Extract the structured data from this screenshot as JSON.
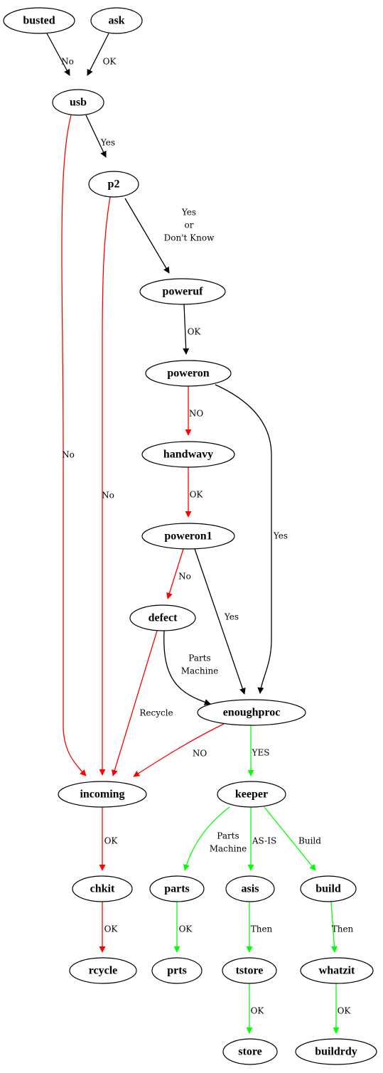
{
  "colors": {
    "default": "#000000",
    "red": "#ff0000",
    "green": "#00ff00"
  },
  "nodes": [
    {
      "id": "busted",
      "label": "busted"
    },
    {
      "id": "ask",
      "label": "ask"
    },
    {
      "id": "usb",
      "label": "usb"
    },
    {
      "id": "p2",
      "label": "p2"
    },
    {
      "id": "poweruf",
      "label": "poweruf"
    },
    {
      "id": "poweron",
      "label": "poweron"
    },
    {
      "id": "handwavy",
      "label": "handwavy"
    },
    {
      "id": "poweron1",
      "label": "poweron1"
    },
    {
      "id": "defect",
      "label": "defect"
    },
    {
      "id": "enoughproc",
      "label": "enoughproc"
    },
    {
      "id": "incoming",
      "label": "incoming"
    },
    {
      "id": "keeper",
      "label": "keeper"
    },
    {
      "id": "chkit",
      "label": "chkit"
    },
    {
      "id": "rcycle",
      "label": "rcycle"
    },
    {
      "id": "parts",
      "label": "parts"
    },
    {
      "id": "asis",
      "label": "asis"
    },
    {
      "id": "build",
      "label": "build"
    },
    {
      "id": "prts",
      "label": "prts"
    },
    {
      "id": "tstore",
      "label": "tstore"
    },
    {
      "id": "whatzit",
      "label": "whatzit"
    },
    {
      "id": "store",
      "label": "store"
    },
    {
      "id": "buildrdy",
      "label": "buildrdy"
    }
  ],
  "edges": [
    {
      "from": "busted",
      "to": "usb",
      "label": [
        "No"
      ],
      "color": "default"
    },
    {
      "from": "ask",
      "to": "usb",
      "label": [
        "OK"
      ],
      "color": "default"
    },
    {
      "from": "usb",
      "to": "p2",
      "label": [
        "Yes"
      ],
      "color": "default"
    },
    {
      "from": "usb",
      "to": "incoming",
      "label": [
        "No"
      ],
      "color": "red"
    },
    {
      "from": "p2",
      "to": "poweruf",
      "label": [
        "Yes",
        "or",
        "Don't Know"
      ],
      "color": "default"
    },
    {
      "from": "p2",
      "to": "incoming",
      "label": [
        "No"
      ],
      "color": "red"
    },
    {
      "from": "poweruf",
      "to": "poweron",
      "label": [
        "OK"
      ],
      "color": "default"
    },
    {
      "from": "poweron",
      "to": "handwavy",
      "label": [
        "NO"
      ],
      "color": "red"
    },
    {
      "from": "poweron",
      "to": "enoughproc",
      "label": [
        "Yes"
      ],
      "color": "default"
    },
    {
      "from": "handwavy",
      "to": "poweron1",
      "label": [
        "OK"
      ],
      "color": "red"
    },
    {
      "from": "poweron1",
      "to": "defect",
      "label": [
        "No"
      ],
      "color": "red"
    },
    {
      "from": "poweron1",
      "to": "enoughproc",
      "label": [
        "Yes"
      ],
      "color": "default"
    },
    {
      "from": "defect",
      "to": "enoughproc",
      "label": [
        "Parts",
        "Machine"
      ],
      "color": "default"
    },
    {
      "from": "defect",
      "to": "incoming",
      "label": [
        "Recycle"
      ],
      "color": "red"
    },
    {
      "from": "enoughproc",
      "to": "incoming",
      "label": [
        "NO"
      ],
      "color": "red"
    },
    {
      "from": "enoughproc",
      "to": "keeper",
      "label": [
        "YES"
      ],
      "color": "green"
    },
    {
      "from": "incoming",
      "to": "chkit",
      "label": [
        "OK"
      ],
      "color": "red"
    },
    {
      "from": "chkit",
      "to": "rcycle",
      "label": [
        "OK"
      ],
      "color": "red"
    },
    {
      "from": "keeper",
      "to": "parts",
      "label": [
        "Parts",
        "Machine"
      ],
      "color": "green"
    },
    {
      "from": "keeper",
      "to": "asis",
      "label": [
        "AS-IS"
      ],
      "color": "green"
    },
    {
      "from": "keeper",
      "to": "build",
      "label": [
        "Build"
      ],
      "color": "green"
    },
    {
      "from": "parts",
      "to": "prts",
      "label": [
        "OK"
      ],
      "color": "green"
    },
    {
      "from": "asis",
      "to": "tstore",
      "label": [
        "Then"
      ],
      "color": "green"
    },
    {
      "from": "build",
      "to": "whatzit",
      "label": [
        "Then"
      ],
      "color": "green"
    },
    {
      "from": "tstore",
      "to": "store",
      "label": [
        "OK"
      ],
      "color": "green"
    },
    {
      "from": "whatzit",
      "to": "buildrdy",
      "label": [
        "OK"
      ],
      "color": "green"
    }
  ]
}
